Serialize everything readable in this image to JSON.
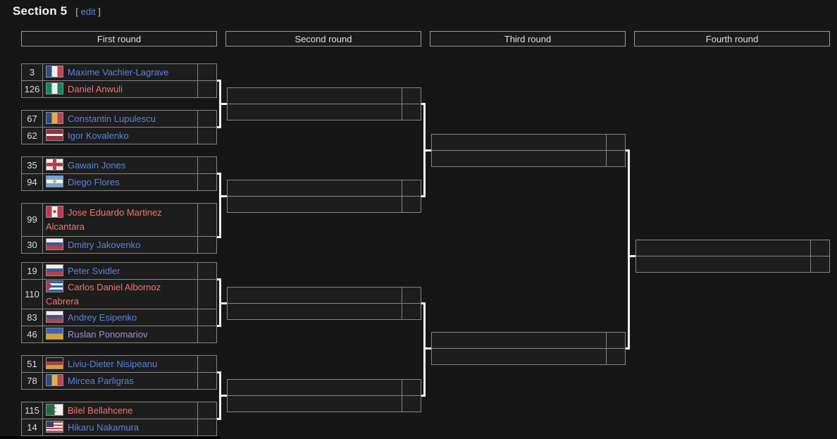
{
  "title": "Section 5",
  "edit": {
    "open": "[",
    "label": "edit",
    "close": "]"
  },
  "rounds": [
    "First round",
    "Second round",
    "Third round",
    "Fourth round"
  ],
  "colors": {
    "link_blue": "#5d83d9",
    "link_red": "#f5756d",
    "link_visited": "#a38fd9",
    "connector": "#f1f1f1",
    "background": "#161616",
    "cell_background": "#1d1d1d",
    "border": "#848484"
  },
  "bracket": {
    "matches": [
      {
        "players": [
          {
            "seed": "3",
            "country": "France",
            "name": "Maxime Vachier-Lagrave"
          },
          {
            "seed": "126",
            "country": "Nigeria",
            "name": "Daniel Anwuli"
          }
        ]
      },
      {
        "players": [
          {
            "seed": "67",
            "country": "Romania",
            "name": "Constantin Lupulescu"
          },
          {
            "seed": "62",
            "country": "Latvia",
            "name": "Igor Kovalenko"
          }
        ]
      },
      {
        "players": [
          {
            "seed": "35",
            "country": "England",
            "name": "Gawain Jones"
          },
          {
            "seed": "94",
            "country": "Argentina",
            "name": "Diego Flores"
          }
        ]
      },
      {
        "players": [
          {
            "seed": "99",
            "country": "Peru",
            "name": "Jose Eduardo Martinez Alcantara"
          },
          {
            "seed": "30",
            "country": "Russia",
            "name": "Dmitry Jakovenko"
          }
        ]
      },
      {
        "players": [
          {
            "seed": "19",
            "country": "Russia",
            "name": "Peter Svidler"
          },
          {
            "seed": "110",
            "country": "Cuba",
            "name": "Carlos Daniel Albornoz Cabrera"
          }
        ]
      },
      {
        "players": [
          {
            "seed": "83",
            "country": "Russia",
            "name": "Andrey Esipenko"
          },
          {
            "seed": "46",
            "country": "Ukraine",
            "name": "Ruslan Ponomariov"
          }
        ]
      },
      {
        "players": [
          {
            "seed": "51",
            "country": "Germany",
            "name": "Liviu-Dieter Nisipeanu"
          },
          {
            "seed": "78",
            "country": "Romania",
            "name": "Mircea Parligras"
          }
        ]
      },
      {
        "players": [
          {
            "seed": "115",
            "country": "Algeria",
            "name": "Bilel Bellahcene"
          },
          {
            "seed": "14",
            "country": "United States",
            "name": "Hikaru Nakamura"
          }
        ]
      }
    ]
  }
}
